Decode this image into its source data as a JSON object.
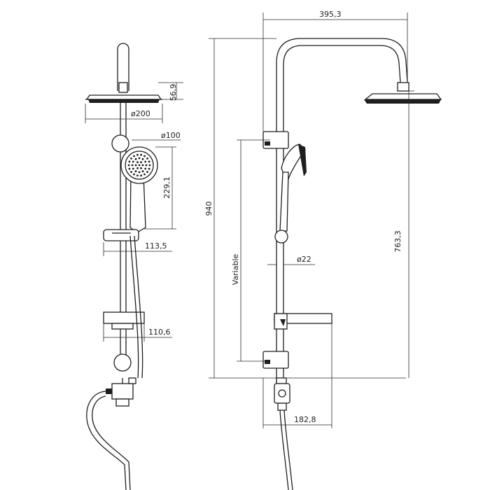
{
  "diagram": {
    "front_view": {
      "showerhead_height": "56,9",
      "showerhead_diameter": "ø200",
      "handshower_diameter": "ø100",
      "handshower_length": "229,1",
      "slider_offset": "113,5",
      "soap_dish_offset": "110,6"
    },
    "side_view": {
      "arm_reach": "395,3",
      "total_height": "940",
      "variable_label": "Variable",
      "pipe_diameter": "ø22",
      "rail_height": "763,3",
      "wall_offset": "182,8"
    }
  }
}
